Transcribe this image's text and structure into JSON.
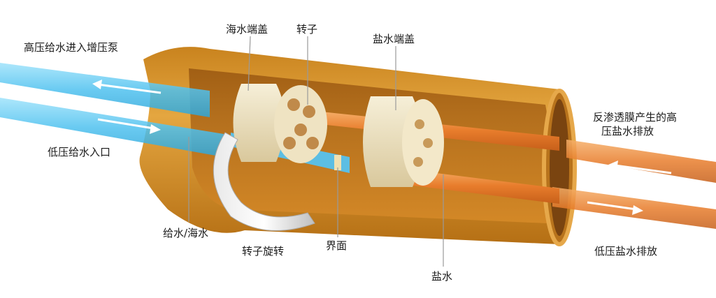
{
  "labels": {
    "hp_feed_in": "高压给水进入增压泵",
    "lp_feed_in": "低压给水入口",
    "seawater_endcap": "海水端盖",
    "rotor": "转子",
    "brine_endcap": "盐水端盖",
    "hp_brine_line1": "反渗透膜产生的高",
    "hp_brine_line2": "压盐水排放",
    "lp_brine_out": "低压盐水排放",
    "feed_seawater": "给水/海水",
    "rotor_rotation": "转子旋转",
    "interface": "界面",
    "brine": "盐水"
  },
  "colors": {
    "seawater_blue": "#5cc6f0",
    "brine_orange": "#e87d2c",
    "housing_orange": "#dd9a2e",
    "endcap_cream": "#efe3c2",
    "leader_gray": "#9a9a9a"
  }
}
